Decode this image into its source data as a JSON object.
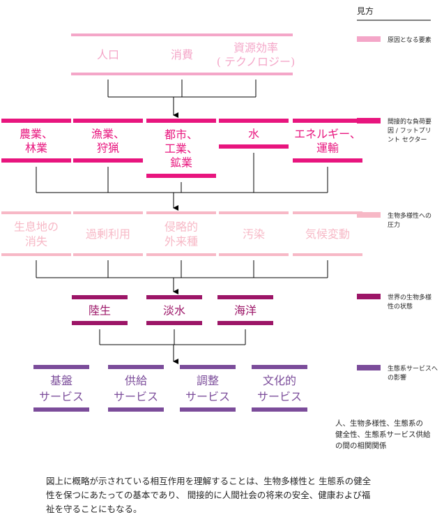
{
  "colors": {
    "cause": "#F4A6C8",
    "pressure_source": "#E8157E",
    "pressure": "#F7B8C6",
    "state": "#9C1567",
    "services": "#7B4C9A",
    "connector": "#000000"
  },
  "legend": {
    "title": "見方",
    "items": [
      {
        "color_key": "cause",
        "lines": [
          "原因となる要素"
        ]
      },
      {
        "color_key": "pressure_source",
        "lines": [
          "間接的な負荷要",
          "因 / フットプリ",
          "ント セクター"
        ]
      },
      {
        "color_key": "pressure",
        "lines": [
          "生物多様性への",
          "圧力"
        ]
      },
      {
        "color_key": "state",
        "lines": [
          "世界の生物多様",
          "性の状態"
        ]
      },
      {
        "color_key": "services",
        "lines": [
          "生態系サービスへ",
          "の影響"
        ]
      }
    ]
  },
  "rows": [
    {
      "name": "cause",
      "color_key": "cause",
      "nodes": [
        {
          "id": "population",
          "lines": [
            "人口"
          ]
        },
        {
          "id": "consumption",
          "lines": [
            "消費"
          ]
        },
        {
          "id": "resource-efficiency",
          "lines": [
            "資源効率",
            "( テクノロジー)"
          ]
        }
      ]
    },
    {
      "name": "pressure-source",
      "color_key": "pressure_source",
      "nodes": [
        {
          "id": "agriculture",
          "lines": [
            "農業、",
            "林業"
          ]
        },
        {
          "id": "fishing",
          "lines": [
            "漁業、",
            "狩猟"
          ]
        },
        {
          "id": "urban",
          "lines": [
            "都市、",
            "工業、",
            "鉱業"
          ]
        },
        {
          "id": "water",
          "lines": [
            "水"
          ]
        },
        {
          "id": "energy",
          "lines": [
            "エネルギー、",
            "運輸"
          ]
        }
      ]
    },
    {
      "name": "pressure",
      "color_key": "pressure",
      "nodes": [
        {
          "id": "habitat-loss",
          "lines": [
            "生息地の",
            "消失"
          ]
        },
        {
          "id": "overexploitation",
          "lines": [
            "過剰利用"
          ]
        },
        {
          "id": "invasive-species",
          "lines": [
            "侵略的",
            "外来種"
          ]
        },
        {
          "id": "pollution",
          "lines": [
            "汚染"
          ]
        },
        {
          "id": "climate-change",
          "lines": [
            "気候変動"
          ]
        }
      ]
    },
    {
      "name": "state",
      "color_key": "state",
      "nodes": [
        {
          "id": "land",
          "lines": [
            "陸生"
          ]
        },
        {
          "id": "freshwater",
          "lines": [
            "淡水"
          ]
        },
        {
          "id": "marine",
          "lines": [
            "海洋"
          ]
        }
      ]
    },
    {
      "name": "services",
      "color_key": "services",
      "nodes": [
        {
          "id": "supporting",
          "lines": [
            "基盤",
            "サービス"
          ]
        },
        {
          "id": "provisioning",
          "lines": [
            "供給",
            "サービス"
          ]
        },
        {
          "id": "regulating",
          "lines": [
            "調整",
            "サービス"
          ]
        },
        {
          "id": "cultural",
          "lines": [
            "文化的",
            "サービス"
          ]
        }
      ]
    }
  ],
  "note": [
    "人、生物多様性、生態系の",
    "健全性、生態系サービス供給",
    "の間の相関関係"
  ],
  "caption": "図上に概略が示されている相互作用を理解することは、生物多様性と 生態系の健全性を保つにあたっての基本であり、 間接的に人間社会の将来の安全、健康および福祉を守ることにもなる。"
}
